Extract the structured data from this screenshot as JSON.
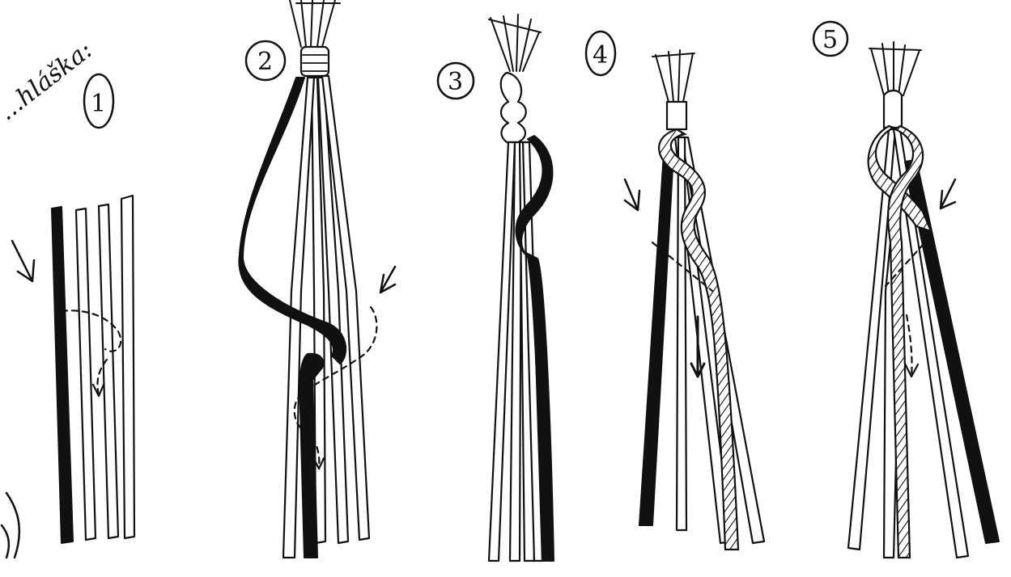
{
  "heading": "...hláška:",
  "steps": [
    {
      "number": "1"
    },
    {
      "number": "2"
    },
    {
      "number": "3"
    },
    {
      "number": "4"
    },
    {
      "number": "5"
    }
  ]
}
